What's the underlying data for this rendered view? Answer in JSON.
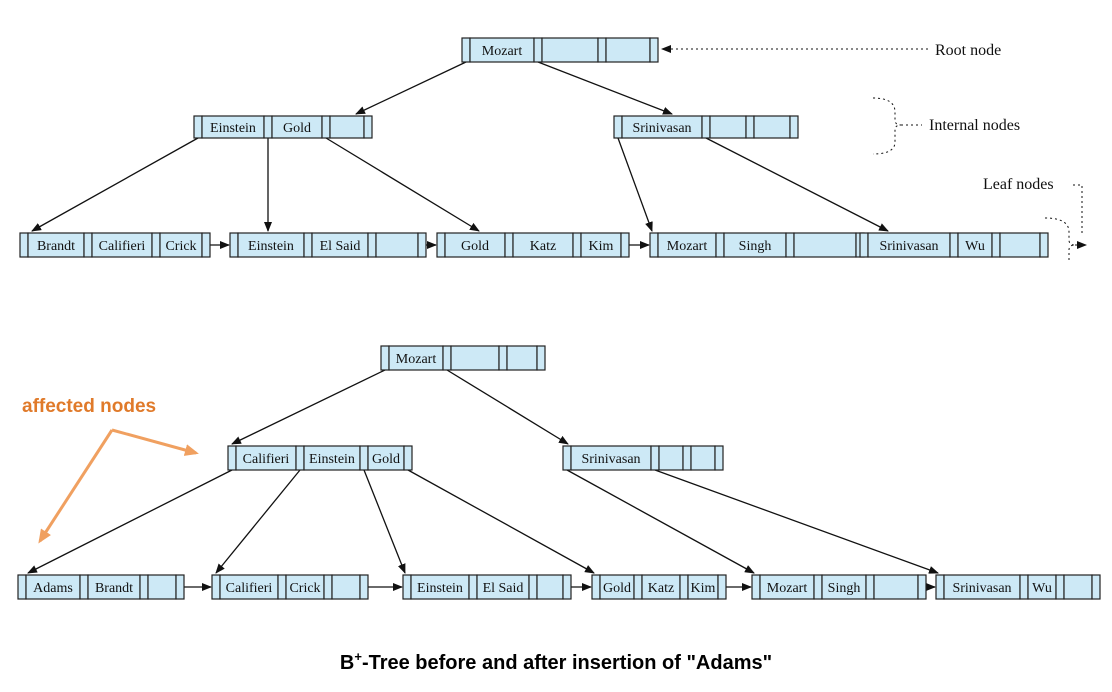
{
  "before_tree": {
    "root": [
      "Mozart",
      "",
      ""
    ],
    "internal_left": [
      "Einstein",
      "Gold",
      ""
    ],
    "internal_right": [
      "Srinivasan",
      "",
      ""
    ],
    "leaves": [
      [
        "Brandt",
        "Califieri",
        "Crick"
      ],
      [
        "Einstein",
        "El Said",
        ""
      ],
      [
        "Gold",
        "Katz",
        "Kim"
      ],
      [
        "Mozart",
        "Singh",
        ""
      ],
      [
        "Srinivasan",
        "Wu",
        ""
      ]
    ]
  },
  "after_tree": {
    "root": [
      "Mozart",
      "",
      ""
    ],
    "internal_left": [
      "Califieri",
      "Einstein",
      "Gold"
    ],
    "internal_right": [
      "Srinivasan",
      "",
      ""
    ],
    "leaves": [
      [
        "Adams",
        "Brandt",
        ""
      ],
      [
        "Califieri",
        "Crick",
        ""
      ],
      [
        "Einstein",
        "El Said",
        ""
      ],
      [
        "Gold",
        "Katz",
        "Kim"
      ],
      [
        "Mozart",
        "Singh",
        ""
      ],
      [
        "Srinivasan",
        "Wu",
        ""
      ]
    ]
  },
  "annotations": {
    "root_node": "Root node",
    "internal_nodes": "Internal nodes",
    "leaf_nodes": "Leaf nodes",
    "affected_nodes": "affected nodes"
  },
  "caption": {
    "prefix": "B",
    "superscript": "+",
    "rest": "-Tree before and after insertion of \"Adams\""
  },
  "colors": {
    "node_fill": "#cde9f6",
    "affected_accent": "#e07a2a",
    "affected_arrow": "#f0a060"
  }
}
